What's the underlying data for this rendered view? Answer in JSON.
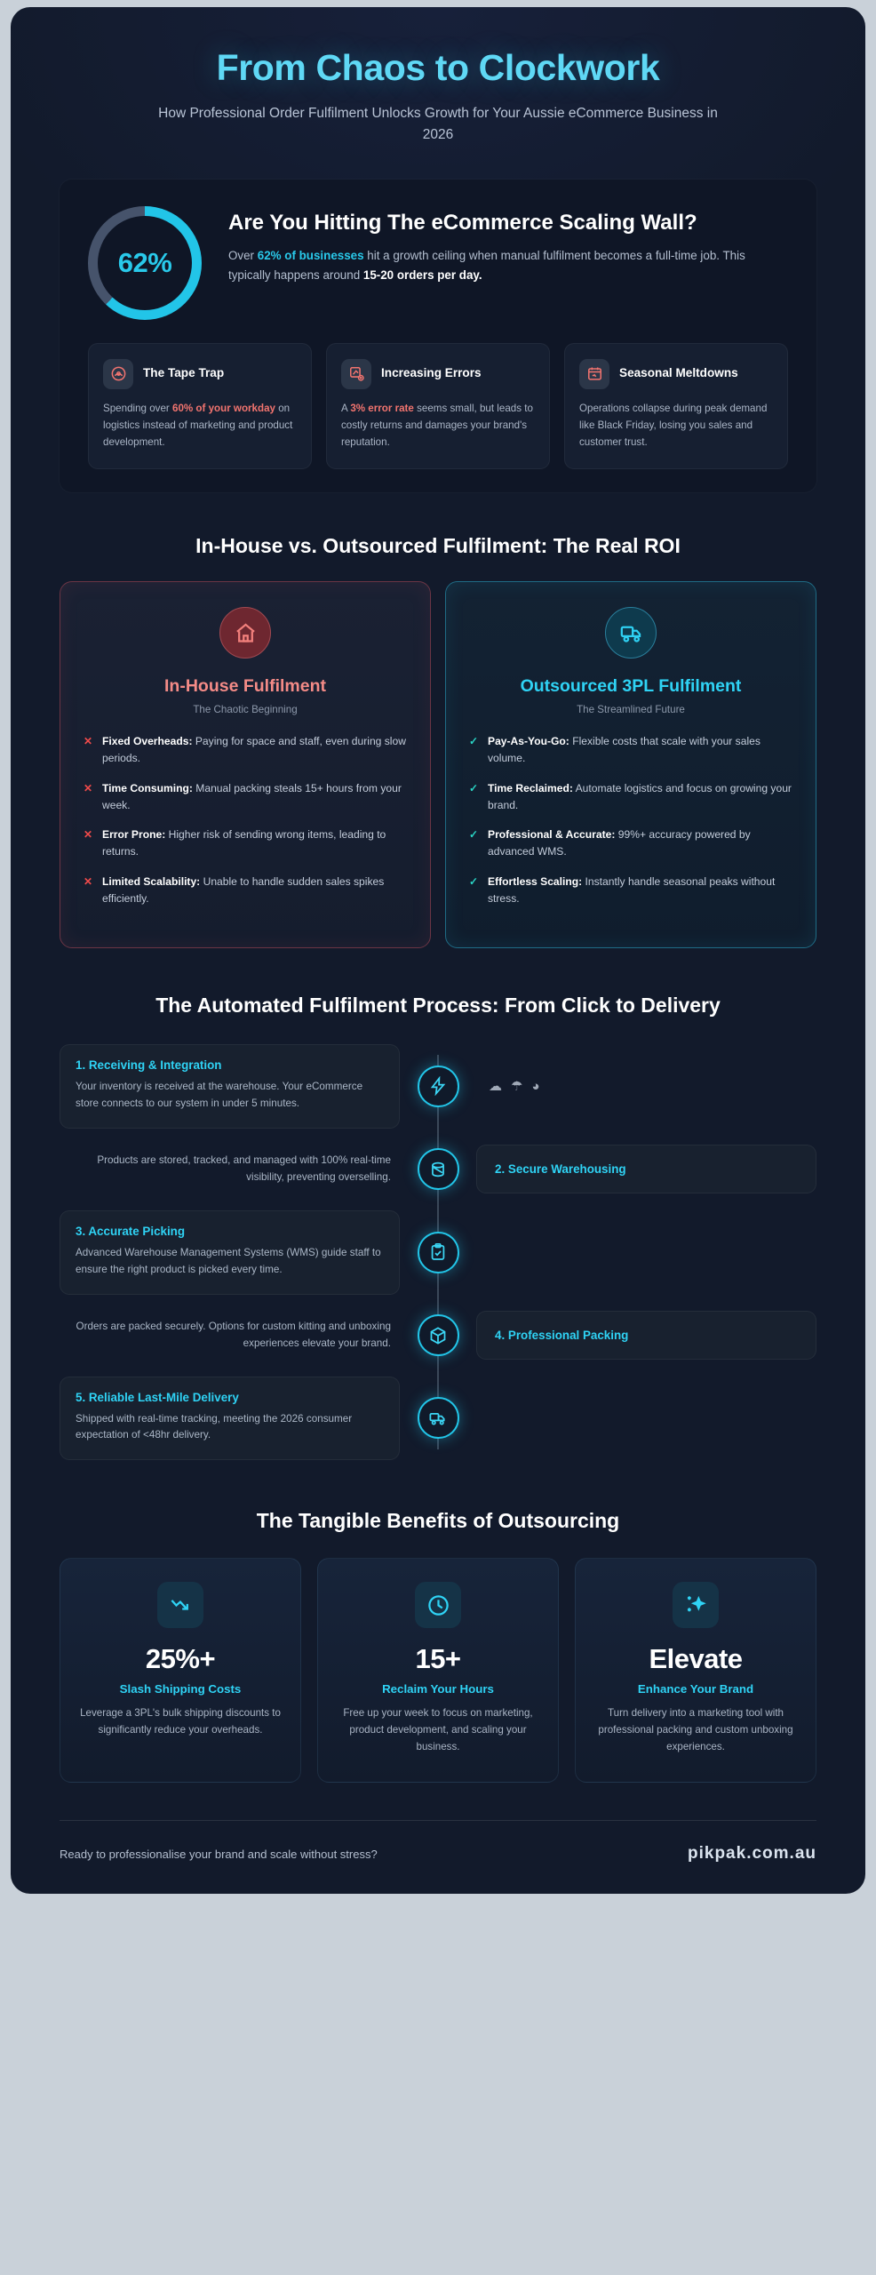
{
  "hero": {
    "title": "From Chaos to Clockwork",
    "subtitle": "How Professional Order Fulfilment Unlocks Growth for Your Aussie eCommerce Business in 2026"
  },
  "stat_panel": {
    "donut_value": "62%",
    "donut_percent": 62,
    "accent_color": "#22c5e8",
    "track_color": "#46536b",
    "heading": "Are You Hitting The eCommerce Scaling Wall?",
    "body_prefix": "Over ",
    "body_highlight": "62% of businesses",
    "body_middle": " hit a growth ceiling when manual fulfilment becomes a full-time job. This typically happens around ",
    "body_strong": "15-20 orders per day.",
    "problems": [
      {
        "icon": "tape-roll-icon",
        "title": "The Tape Trap",
        "text_prefix": "Spending over ",
        "text_highlight": "60% of your workday",
        "text_suffix": " on logistics instead of marketing and product development."
      },
      {
        "icon": "package-error-icon",
        "title": "Increasing Errors",
        "text_prefix": "A ",
        "text_highlight": "3% error rate",
        "text_suffix": " seems small, but leads to costly returns and damages your brand's reputation."
      },
      {
        "icon": "calendar-alert-icon",
        "title": "Seasonal Meltdowns",
        "text_prefix": "",
        "text_highlight": "",
        "text_suffix": "Operations collapse during peak demand like Black Friday, losing you sales and customer trust."
      }
    ]
  },
  "comparison": {
    "section_title": "In-House vs. Outsourced Fulfilment: The Real ROI",
    "in_house": {
      "icon": "home-icon",
      "title": "In-House Fulfilment",
      "tagline": "The Chaotic Beginning",
      "marker": "✕",
      "items": [
        {
          "label": "Fixed Overheads:",
          "text": " Paying for space and staff, even during slow periods."
        },
        {
          "label": "Time Consuming:",
          "text": " Manual packing steals 15+ hours from your week."
        },
        {
          "label": "Error Prone:",
          "text": " Higher risk of sending wrong items, leading to returns."
        },
        {
          "label": "Limited Scalability:",
          "text": " Unable to handle sudden sales spikes efficiently."
        }
      ]
    },
    "outsourced": {
      "icon": "delivery-truck-icon",
      "title": "Outsourced 3PL Fulfilment",
      "tagline": "The Streamlined Future",
      "marker": "✓",
      "items": [
        {
          "label": "Pay-As-You-Go:",
          "text": " Flexible costs that scale with your sales volume."
        },
        {
          "label": "Time Reclaimed:",
          "text": " Automate logistics and focus on growing your brand."
        },
        {
          "label": "Professional & Accurate:",
          "text": " 99%+ accuracy powered by advanced WMS."
        },
        {
          "label": "Effortless Scaling:",
          "text": " Instantly handle seasonal peaks without stress."
        }
      ]
    }
  },
  "process": {
    "section_title": "The Automated Fulfilment Process: From Click to Delivery",
    "decorations": [
      "☁",
      "☂",
      "◕"
    ],
    "steps": [
      {
        "side": "left",
        "icon": "lightning-bolt-icon",
        "title": "1. Receiving & Integration",
        "text": "Your inventory is received at the warehouse. Your eCommerce store connects to our system in under 5 minutes.",
        "show_title_in_card": true
      },
      {
        "side": "right",
        "icon": "database-box-icon",
        "title": "2. Secure Warehousing",
        "text": "Products are stored, tracked, and managed with 100% real-time visibility, preventing overselling.",
        "show_title_in_card": true
      },
      {
        "side": "left",
        "icon": "clipboard-check-icon",
        "title": "3. Accurate Picking",
        "text": "Advanced Warehouse Management Systems (WMS) guide staff to ensure the right product is picked every time.",
        "show_title_in_card": true
      },
      {
        "side": "right",
        "icon": "box-3d-icon",
        "title": "4. Professional Packing",
        "text": "Orders are packed securely. Options for custom kitting and unboxing experiences elevate your brand.",
        "show_title_in_card": true
      },
      {
        "side": "left",
        "icon": "delivery-van-icon",
        "title": "5. Reliable Last-Mile Delivery",
        "text": "Shipped with real-time tracking, meeting the 2026 consumer expectation of <48hr delivery.",
        "show_title_in_card": true
      }
    ]
  },
  "benefits": {
    "section_title": "The Tangible Benefits of Outsourcing",
    "cards": [
      {
        "icon": "trend-down-arrow-icon",
        "value": "25%+",
        "label": "Slash Shipping Costs",
        "text": "Leverage a 3PL's bulk shipping discounts to significantly reduce your overheads."
      },
      {
        "icon": "clock-icon",
        "value": "15+",
        "label": "Reclaim Your Hours",
        "text": "Free up your week to focus on marketing, product development, and scaling your business."
      },
      {
        "icon": "sparkles-icon",
        "value": "Elevate",
        "label": "Enhance Your Brand",
        "text": "Turn delivery into a marketing tool with professional packing and custom unboxing experiences."
      }
    ]
  },
  "footer": {
    "cta": "Ready to professionalise your brand and scale without stress?",
    "brand": "pikpak.com.au"
  }
}
